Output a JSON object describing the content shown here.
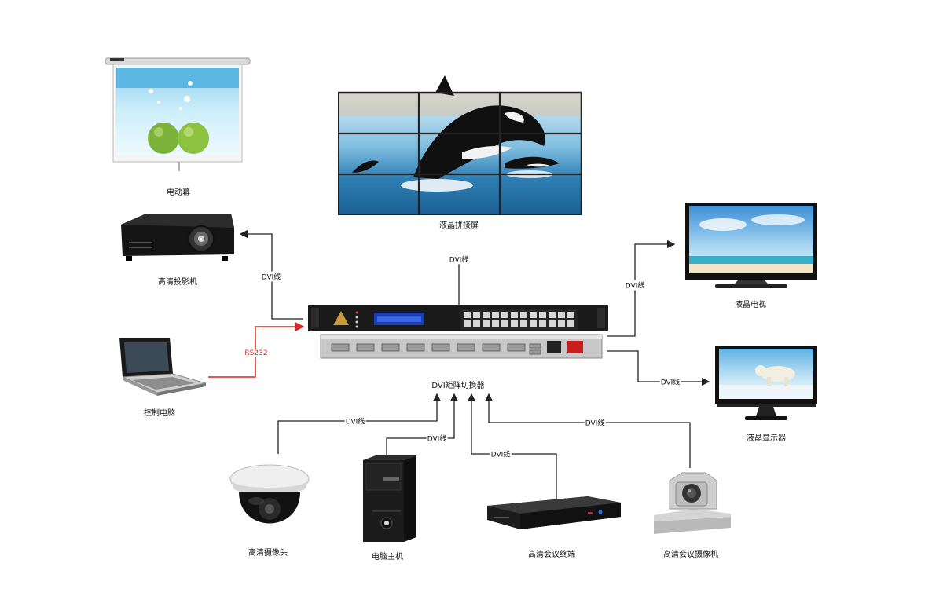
{
  "hub_label": "DVI矩阵切换器",
  "devices": {
    "screen": "电动幕",
    "projector": "高清投影机",
    "laptop": "控制电脑",
    "video_wall": "液晶拼接屏",
    "lcd_tv": "液晶电视",
    "lcd_monitor": "液晶显示器",
    "dome_camera": "高清摄像头",
    "pc_tower": "电脑主机",
    "conf_terminal": "高清会议终端",
    "ptz_camera": "高清会议摄像机"
  },
  "links": {
    "projector": "DVI线",
    "laptop": "RS232",
    "video_wall": "DVI线",
    "lcd_tv": "DVI线",
    "lcd_monitor": "DVI线",
    "dome_camera": "DVI线",
    "pc_tower": "DVI线",
    "conf_terminal": "DVI线",
    "ptz_camera": "DVI线"
  },
  "colors": {
    "wire": "#222222",
    "control_wire": "#dd2222"
  }
}
